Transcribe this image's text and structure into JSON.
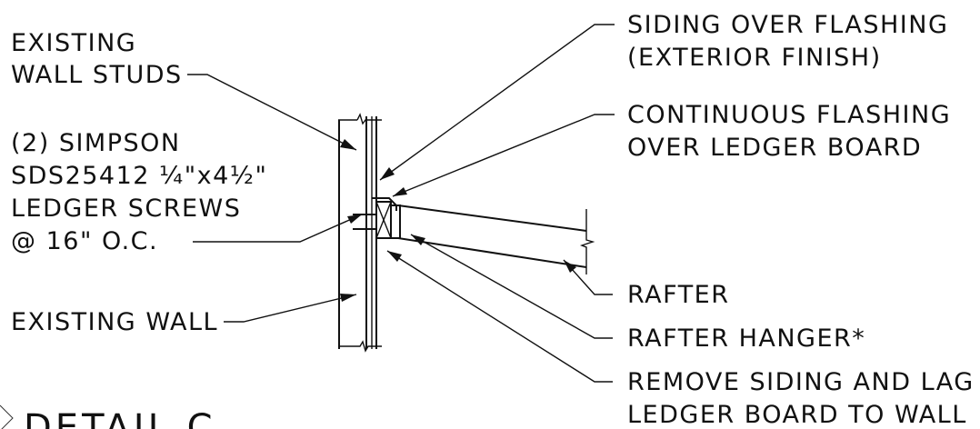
{
  "labels": {
    "wall_studs": [
      "EXISTING",
      "WALL STUDS"
    ],
    "screws": [
      "(2)  SIMPSON",
      "SDS25412 ¼\"x4½\"",
      "LEDGER SCREWS",
      "@ 16\" O.C."
    ],
    "existing_wall": "EXISTING WALL",
    "siding": [
      "SIDING OVER FLASHING",
      "(EXTERIOR FINISH)"
    ],
    "flashing": [
      "CONTINUOUS FLASHING",
      "OVER LEDGER BOARD"
    ],
    "rafter": "RAFTER",
    "rafter_hanger": "RAFTER HANGER*",
    "remove_siding": [
      "REMOVE SIDING AND LAG",
      "LEDGER BOARD TO WALL"
    ]
  },
  "title": "DETAIL C"
}
